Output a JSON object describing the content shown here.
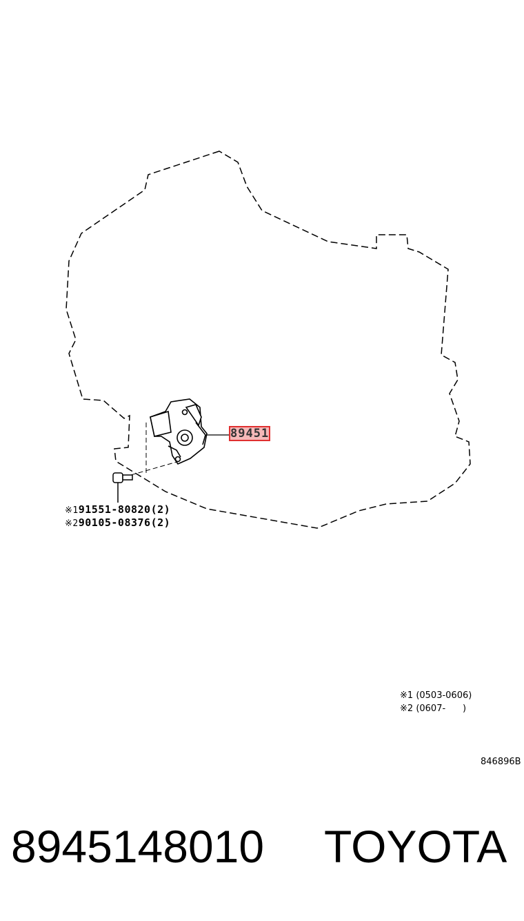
{
  "callout_part": "89451",
  "fasteners": [
    {
      "mark": "※1",
      "part_number": "91551-80820",
      "qty": "(2)"
    },
    {
      "mark": "※2",
      "part_number": "90105-08376",
      "qty": "(2)"
    }
  ],
  "notes": [
    {
      "mark": "※1",
      "range": "(0503-0606)"
    },
    {
      "mark": "※2",
      "range": "(0607-      )"
    }
  ],
  "drawing_id": "846896B",
  "footer": {
    "part_number": "8945148010",
    "brand": "TOYOTA"
  },
  "colors": {
    "highlight_border": "#e03030",
    "highlight_fill": "#f5b8b8"
  }
}
